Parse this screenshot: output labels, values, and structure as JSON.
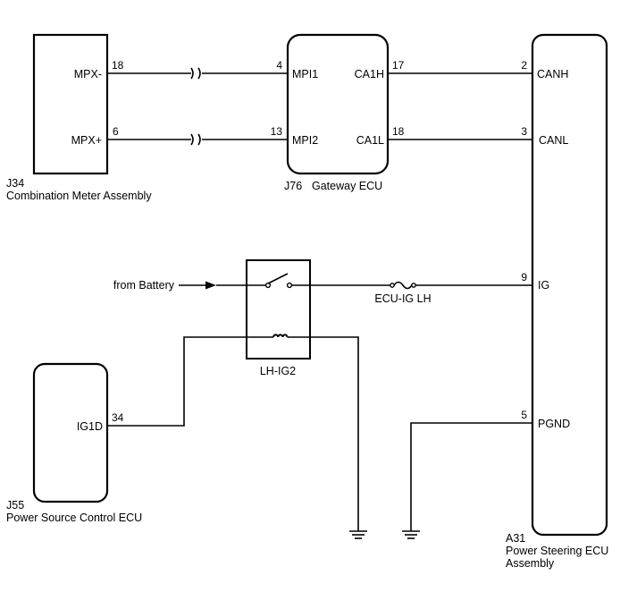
{
  "components": {
    "combination_meter": {
      "code": "J34",
      "name": "Combination Meter Assembly",
      "pins": {
        "mpx_minus": {
          "label": "MPX-",
          "num": "18"
        },
        "mpx_plus": {
          "label": "MPX+",
          "num": "6"
        }
      }
    },
    "gateway_ecu": {
      "code": "J76",
      "name": "Gateway ECU",
      "pins": {
        "mpi1": {
          "label": "MPI1",
          "num": "4"
        },
        "mpi2": {
          "label": "MPI2",
          "num": "13"
        },
        "ca1h": {
          "label": "CA1H",
          "num": "17"
        },
        "ca1l": {
          "label": "CA1L",
          "num": "18"
        }
      }
    },
    "power_steering_ecu": {
      "code": "A31",
      "name_line1": "Power Steering ECU",
      "name_line2": "Assembly",
      "pins": {
        "canh": {
          "label": "CANH",
          "num": "2"
        },
        "canl": {
          "label": "CANL",
          "num": "3"
        },
        "ig": {
          "label": "IG",
          "num": "9"
        },
        "pgnd": {
          "label": "PGND",
          "num": "5"
        }
      }
    },
    "power_source_ecu": {
      "code": "J55",
      "name": "Power Source Control ECU",
      "pins": {
        "ig1d": {
          "label": "IG1D",
          "num": "34"
        }
      }
    },
    "relay": {
      "name": "LH-IG2"
    },
    "fuse": {
      "name": "ECU-IG LH"
    },
    "battery_source": {
      "label": "from Battery"
    }
  }
}
